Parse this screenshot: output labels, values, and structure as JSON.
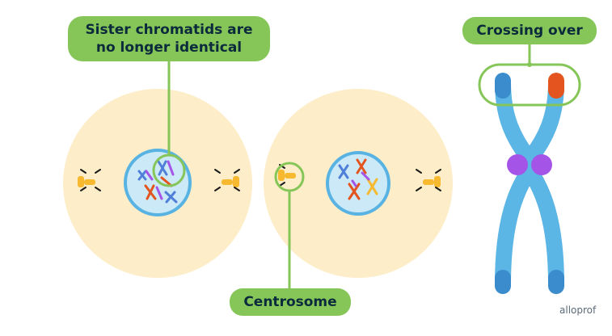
{
  "labels": {
    "sister_line1": "Sister chromatids are",
    "sister_line2": "no longer identical",
    "centrosome": "Centrosome",
    "crossing_over": "Crossing over"
  },
  "brand": "alloprof",
  "colors": {
    "cell": "#fdedc8",
    "nucleus_fill": "#cce9f7",
    "nucleus_border": "#58b3e3",
    "label_bg": "#86c659",
    "callout_line": "#86c659",
    "centrosome": "#f6b92f",
    "chromosome_blue": "#5bb5e5",
    "chromosome_dark_blue": "#3a8ccc",
    "chromosome_red": "#e3541e",
    "centromere": "#a455e8"
  }
}
